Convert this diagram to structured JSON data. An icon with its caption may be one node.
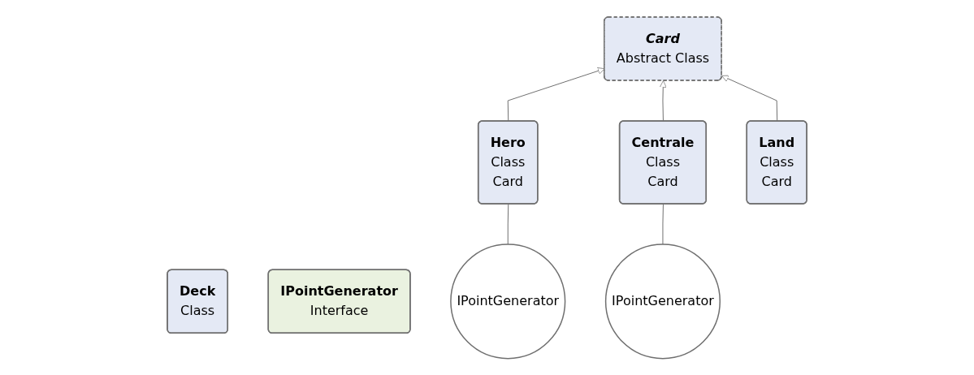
{
  "diagram": {
    "nodes": [
      {
        "text": [
          "Deck",
          "Class"
        ]
      },
      {
        "text": [
          "Card",
          "Abstract Class"
        ]
      },
      {
        "text": [
          "IPointGenerator",
          "Interface"
        ]
      },
      {
        "text": [
          "IPointGenerator"
        ]
      },
      {
        "text": [
          "IPointGenerator"
        ]
      },
      {
        "text": [
          "Hero",
          "Class",
          "Card"
        ]
      },
      {
        "text": [
          "Centrale",
          "Class",
          "Card"
        ]
      },
      {
        "text": [
          "Land",
          "Class",
          "Card"
        ]
      }
    ],
    "edges": [
      {
        "from": 5,
        "to": 1,
        "arrow": "to"
      },
      {
        "from": 6,
        "to": 1,
        "arrow": "to"
      },
      {
        "from": 7,
        "to": 1,
        "arrow": "to"
      },
      {
        "from": 3,
        "to": 5,
        "arrow": "none"
      },
      {
        "from": 4,
        "to": 6,
        "arrow": "none"
      }
    ]
  }
}
